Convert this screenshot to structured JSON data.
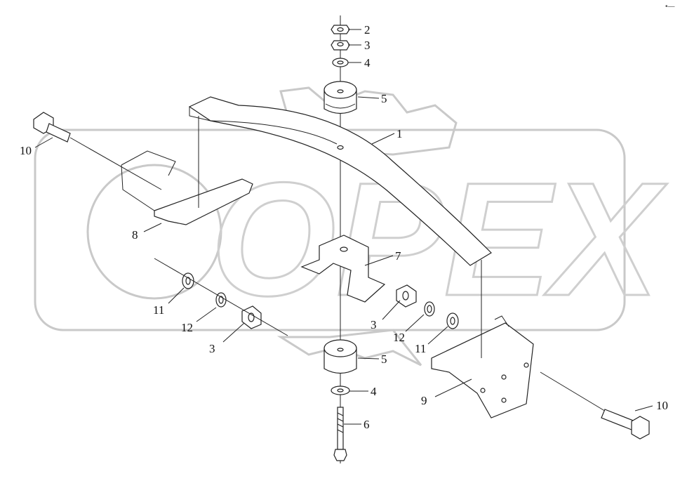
{
  "watermark": {
    "text": "OPEX"
  },
  "corner_mark": "•—",
  "callouts": [
    {
      "id": "c1",
      "label": "1"
    },
    {
      "id": "c2",
      "label": "2"
    },
    {
      "id": "c3a",
      "label": "3"
    },
    {
      "id": "c4a",
      "label": "4"
    },
    {
      "id": "c5a",
      "label": "5"
    },
    {
      "id": "c7",
      "label": "7"
    },
    {
      "id": "c8",
      "label": "8"
    },
    {
      "id": "c10a",
      "label": "10"
    },
    {
      "id": "c11a",
      "label": "11"
    },
    {
      "id": "c12a",
      "label": "12"
    },
    {
      "id": "c3b",
      "label": "3"
    },
    {
      "id": "c3c",
      "label": "3"
    },
    {
      "id": "c12b",
      "label": "12"
    },
    {
      "id": "c11b",
      "label": "11"
    },
    {
      "id": "c5b",
      "label": "5"
    },
    {
      "id": "c4b",
      "label": "4"
    },
    {
      "id": "c6",
      "label": "6"
    },
    {
      "id": "c9",
      "label": "9"
    },
    {
      "id": "c10b",
      "label": "10"
    }
  ]
}
